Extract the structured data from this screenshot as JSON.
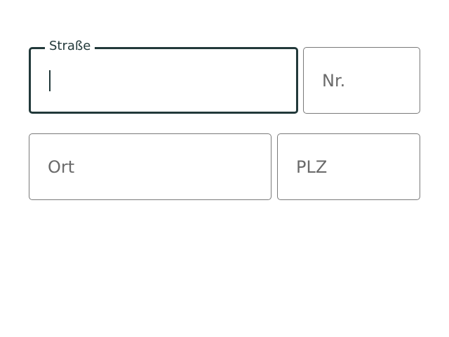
{
  "form": {
    "street": {
      "label": "Straße",
      "value": ""
    },
    "number": {
      "placeholder": "Nr."
    },
    "city": {
      "placeholder": "Ort"
    },
    "zip": {
      "placeholder": "PLZ"
    }
  }
}
